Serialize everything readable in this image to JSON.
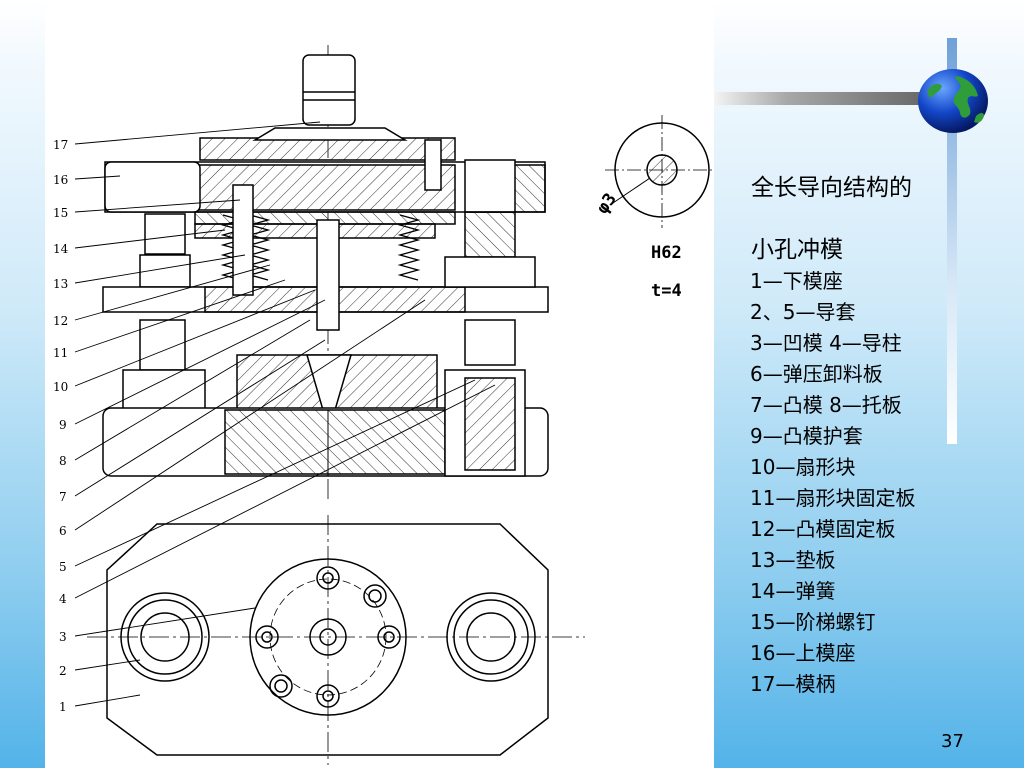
{
  "slide": {
    "title_line1": "全长导向结构的",
    "title_line2": "小孔冲模",
    "legend": [
      "1—下模座",
      "2、5—导套",
      "3—凹模 4—导柱",
      "6—弹压卸料板",
      "7—凸模 8—托板",
      "9—凸模护套",
      "10—扇形块",
      "11—扇形块固定板",
      "12—凸模固定板",
      "13—垫板",
      "14—弹簧",
      "15—阶梯螺钉",
      "16—上模座",
      "17—模柄"
    ],
    "page_number": "37"
  },
  "drawing": {
    "part_labels": [
      "17",
      "16",
      "15",
      "14",
      "13",
      "12",
      "11",
      "10",
      "9",
      "8",
      "7",
      "6",
      "5",
      "4",
      "3",
      "2",
      "1"
    ],
    "diameter_label": "φ3",
    "material_label": "H62",
    "thickness_label": "t=4"
  },
  "colors": {
    "background_top": "#ffffff",
    "background_bottom": "#53b3e9",
    "line": "#000000",
    "hatch": "#333333"
  }
}
